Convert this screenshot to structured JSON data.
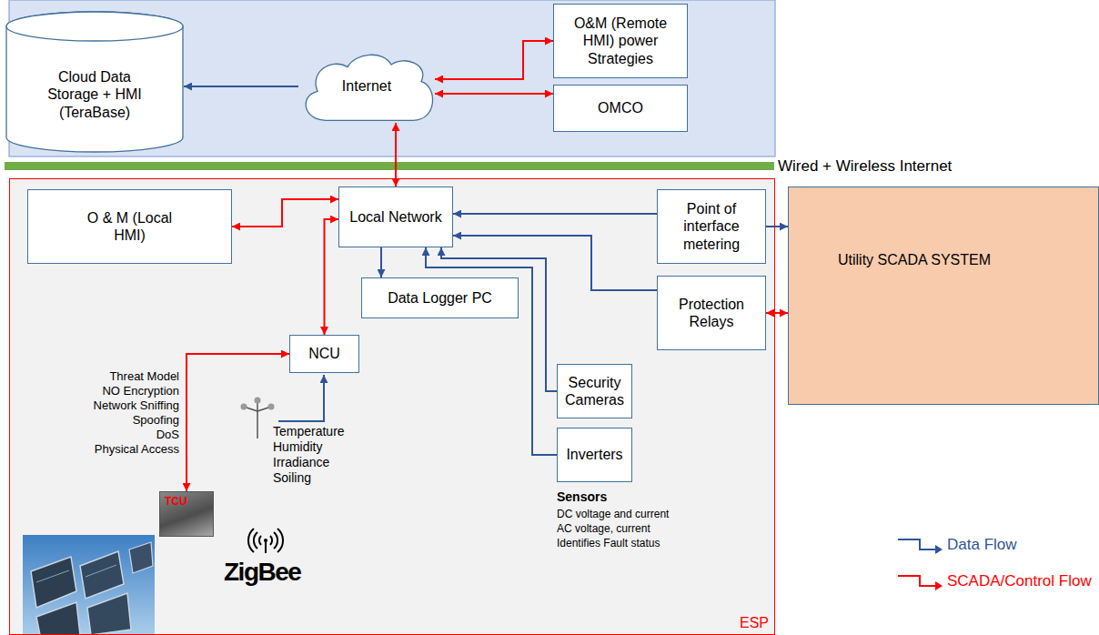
{
  "diagram": {
    "nodes": [
      {
        "text": [
          "Cloud Data Storage + HMI (TeraBase)"
        ]
      },
      {
        "text": [
          "Internet"
        ]
      },
      {
        "text": [
          "O&M (Remote HMI) power Strategies"
        ]
      },
      {
        "text": [
          "OMCO"
        ]
      },
      {
        "text": [
          "ESP"
        ]
      },
      {
        "text": [
          "O & M (Local HMI)"
        ],
        "in": 4
      },
      {
        "text": [
          "Local Network"
        ],
        "in": 4
      },
      {
        "text": [
          "Point of interface metering"
        ],
        "in": 4
      },
      {
        "text": [
          "Utility SCADA SYSTEM"
        ]
      },
      {
        "text": [
          "Data Logger PC"
        ],
        "in": 4
      },
      {
        "text": [
          "Protection Relays"
        ],
        "in": 4
      },
      {
        "text": [
          "NCU"
        ],
        "in": 4
      },
      {
        "text": [
          "Security Cameras"
        ],
        "in": 4
      },
      {
        "text": [
          "Inverters"
        ],
        "in": 4
      },
      {
        "text": [
          "TCU"
        ],
        "in": 4
      }
    ],
    "edges": [
      {
        "from": 1,
        "to": 0,
        "arrow": "to"
      },
      {
        "from": 1,
        "to": 2,
        "arrow": "both"
      },
      {
        "from": 1,
        "to": 3,
        "arrow": "both"
      },
      {
        "from": 6,
        "to": 1,
        "arrow": "both"
      },
      {
        "from": 5,
        "to": 6,
        "arrow": "both"
      },
      {
        "from": 11,
        "to": 6,
        "arrow": "both"
      },
      {
        "from": 6,
        "to": 9,
        "arrow": "to"
      },
      {
        "from": 7,
        "to": 6,
        "arrow": "to"
      },
      {
        "from": 10,
        "to": 6,
        "arrow": "to"
      },
      {
        "from": 12,
        "to": 6,
        "arrow": "to"
      },
      {
        "from": 13,
        "to": 6,
        "arrow": "to"
      },
      {
        "from": 7,
        "to": 8,
        "arrow": "to"
      },
      {
        "from": 10,
        "to": 8,
        "arrow": "both"
      },
      {
        "from": 11,
        "to": 14,
        "arrow": "both"
      }
    ],
    "labels": [
      "Wired + Wireless Internet",
      "Threat Model",
      "NO Encryption",
      "Network Sniffing",
      "Spoofing",
      "DoS",
      "Physical Access",
      "Temperature",
      "Humidity",
      "Irradiance",
      "Soiling",
      "Sensors",
      "DC voltage and current",
      "AC voltage, current",
      "Identifies Fault status",
      "ZigBee"
    ],
    "legend": [
      {
        "text": "Data Flow"
      },
      {
        "text": "SCADA/Control Flow"
      }
    ]
  }
}
